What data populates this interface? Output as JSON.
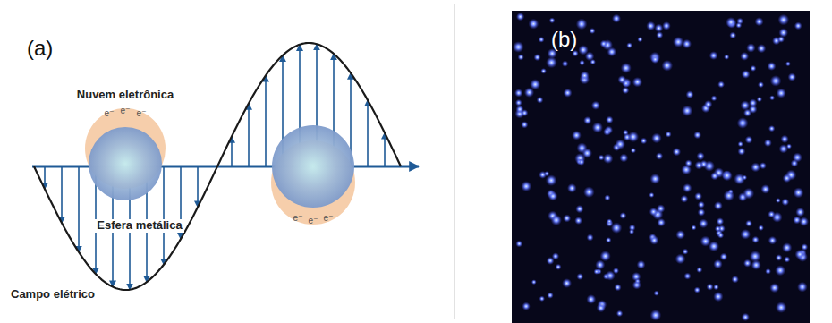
{
  "diagram": {
    "labels": [
      "(a)",
      "Nuvem eletrônica",
      "e⁻",
      "e⁻",
      "e⁻",
      "e⁻",
      "e⁻",
      "e⁻",
      "Esfera metálica",
      "Campo elétrico",
      "(b)"
    ]
  }
}
